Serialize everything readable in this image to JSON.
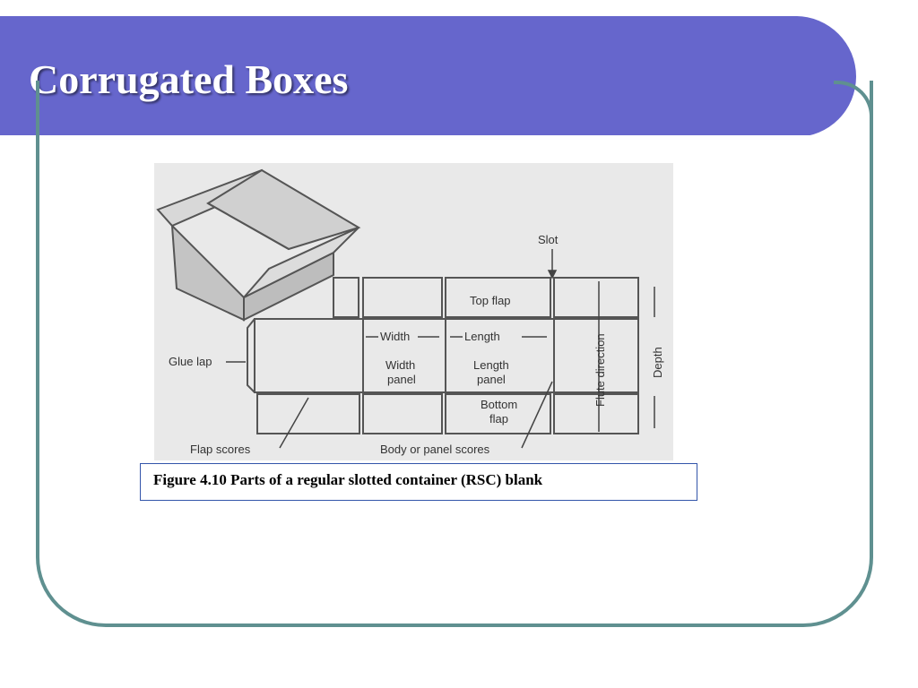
{
  "slide": {
    "title": "Corrugated Boxes",
    "caption": "Figure 4.10  Parts of a regular slotted container (RSC) blank"
  },
  "diagram": {
    "labels": {
      "slot": "Slot",
      "top_flap": "Top flap",
      "width": "Width",
      "length": "Length",
      "width_panel_1": "Width",
      "width_panel_2": "panel",
      "length_panel_1": "Length",
      "length_panel_2": "panel",
      "bottom_flap_1": "Bottom",
      "bottom_flap_2": "flap",
      "glue_lap": "Glue lap",
      "flap_scores": "Flap scores",
      "body_scores": "Body or panel scores",
      "flute_direction": "Flute direction",
      "depth": "Depth"
    }
  },
  "colors": {
    "title_band": "#6666cc",
    "frame": "#5f9090",
    "caption_border": "#3355aa"
  }
}
